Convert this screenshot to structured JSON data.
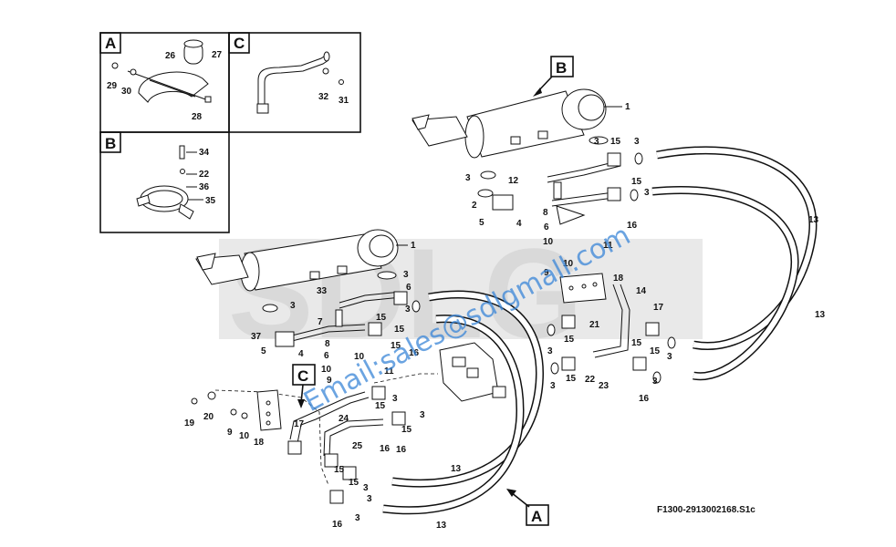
{
  "logo": {
    "text": "SDLG"
  },
  "watermark": {
    "text": "Email:sales@sdlgmall.com"
  },
  "reference": {
    "code": "F1300-2913002168.S1c"
  },
  "detail_boxes": [
    {
      "letter": "A",
      "labels": [
        "26",
        "27",
        "29",
        "30",
        "28"
      ]
    },
    {
      "letter": "C",
      "labels": [
        "32",
        "31"
      ]
    },
    {
      "letter": "B",
      "labels": [
        "34",
        "22",
        "36",
        "35"
      ]
    }
  ],
  "callouts": {
    "b": "B",
    "c": "C",
    "a": "A"
  },
  "upper_cylinder_labels": [
    "1",
    "15",
    "3",
    "3",
    "12",
    "3",
    "8",
    "2",
    "5",
    "4",
    "6",
    "10",
    "11",
    "16",
    "13",
    "13",
    "9",
    "10",
    "18",
    "14",
    "17",
    "21",
    "15",
    "15",
    "3",
    "3",
    "3",
    "15",
    "15",
    "22",
    "23",
    "3",
    "16",
    "15",
    "3"
  ],
  "lower_cylinder_labels": [
    "1",
    "3",
    "6",
    "3",
    "33",
    "3",
    "15",
    "7",
    "15",
    "37",
    "8",
    "15",
    "5",
    "4",
    "16",
    "6",
    "10",
    "9",
    "10",
    "11"
  ],
  "lower_left_labels": [
    "19",
    "20",
    "9",
    "10",
    "18",
    "17",
    "24",
    "25",
    "16",
    "16",
    "15",
    "15",
    "15",
    "3",
    "3",
    "3",
    "15",
    "3",
    "16",
    "13",
    "13",
    "3"
  ]
}
